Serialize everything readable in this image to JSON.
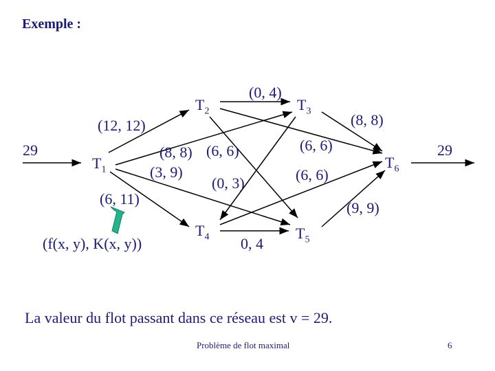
{
  "title": "Exemple :",
  "colors": {
    "text": "#1a1a7a",
    "lines": "#000000",
    "legend_arrow": "#22b48a"
  },
  "nodes": {
    "T1": {
      "label": "T",
      "sub": "1"
    },
    "T2": {
      "label": "T",
      "sub": "2"
    },
    "T3": {
      "label": "T",
      "sub": "3"
    },
    "T4": {
      "label": "T",
      "sub": "4"
    },
    "T5": {
      "label": "T",
      "sub": "5"
    },
    "T6": {
      "label": "T",
      "sub": "6"
    }
  },
  "edges": {
    "t1_t2": {
      "label": "(12, 12)"
    },
    "t2_t3": {
      "label": "(0, 4)"
    },
    "t3_t6": {
      "label": "(8, 8)"
    },
    "t2_t6": {
      "label": "(6, 6)"
    },
    "t1_t3": {
      "label": "(8, 8)"
    },
    "t3_t4": {
      "label": "(6, 6)"
    },
    "t1_t5": {
      "label": "(3, 9)"
    },
    "t2_t5": {
      "label": "(0, 3)"
    },
    "t4_t3": {
      "label": "(6, 6)"
    },
    "t1_t4": {
      "label": "(6, 11)"
    },
    "t5_t6": {
      "label": "(9, 9)"
    },
    "t4_t5": {
      "label": "0, 4"
    }
  },
  "source_flow": "29",
  "sink_flow": "29",
  "legend": "(f(x, y), K(x, y))",
  "caption": "La valeur du flot passant dans ce réseau est v = 29.",
  "footer": "Problème de flot maximal",
  "page_number": "6"
}
